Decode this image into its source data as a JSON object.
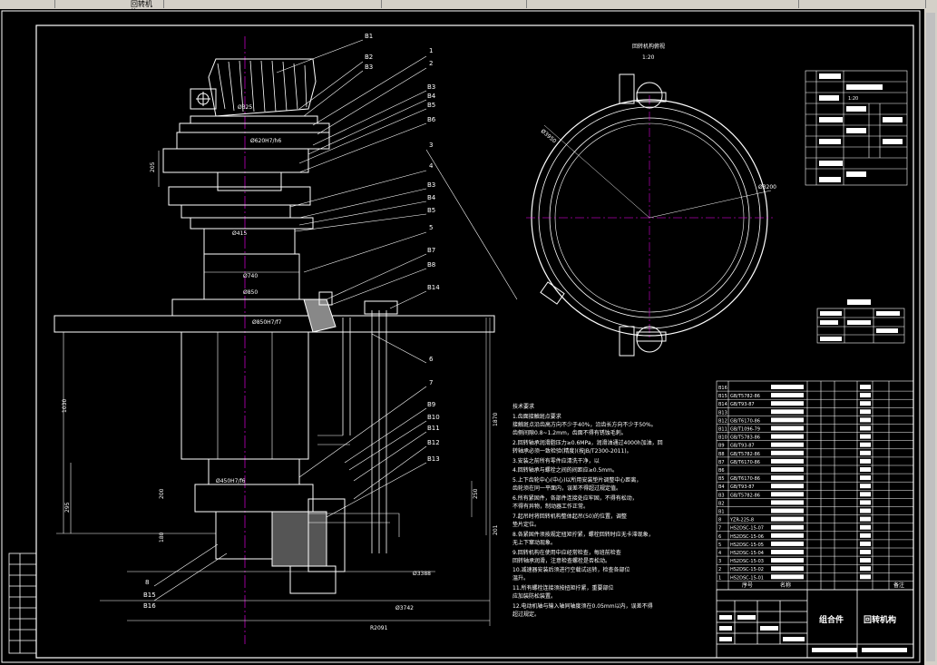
{
  "window": {
    "tab_title": "回转机构.dwg"
  },
  "drawing": {
    "callouts_right": [
      "B1",
      "B2",
      "B3",
      "1",
      "2",
      "B3",
      "B4",
      "B5",
      "B6",
      "3",
      "4",
      "B3",
      "B4",
      "B5",
      "5",
      "B7",
      "B8",
      "B14",
      "6",
      "7",
      "B9",
      "B10",
      "B11",
      "B12",
      "B13"
    ],
    "callouts_left": [
      "8",
      "B15",
      "B16"
    ],
    "dims": {
      "d415": "Ø415",
      "d740": "Ø740",
      "d850": "Ø850",
      "d3388": "Ø3388",
      "d3742": "Ø3742",
      "r2091": "R2091",
      "h1030": "1030",
      "h205": "205",
      "h200": "200",
      "h295": "295",
      "h180": "180",
      "h1870": "1870",
      "h250": "250",
      "h201": "201",
      "fit1": "Ø620H7/h6",
      "fit2": "Ø450H7/f6",
      "fit3": "Ø850H7/f7",
      "d325": "Ø325"
    },
    "plan_view": {
      "title": "回转机构俯视",
      "scale": "1:20",
      "dim_a": "Ø3950",
      "dim_b": "Ø3200"
    },
    "tech_req": {
      "title": "技术要求",
      "lines": [
        "1.齿面接触斑点要求",
        "  接触斑点沿齿高方向不少于40%，沿齿长方向不少于50%。",
        "  齿侧间隙0.8~1.2mm，齿面不得有锈蚀毛刺。",
        "2.回转轴承润滑脂压力≥0.6MPa，润滑油通过4000h加油，回",
        "  转轴承必须一致检验(精度)(按JB/T2300-2011)。",
        "3.安装之前所有零件应清洗干净，以",
        "4.回转轴承与螺栓之间的间距应≥0.5mm。",
        "5.上下齿轮中心(中心)以所用安装垫片调整中心距离，",
        "  齿轮须在同一平面内，误差不得超过规定值。",
        "6.所有紧固件，各部件连接处应牢固，不得有松动，",
        "  不得有异物，制动器工作正常。",
        "7.起吊时将回转机构整体起吊(50)的位置，调整",
        "  垫片定位。",
        "8.各紧固件须按规定扭矩拧紧，螺栓回转时应无卡滞现象，",
        "  无上下窜动现象。",
        "9.回转机构在使用中应经常检查，每班前检查",
        "  回转轴承润滑，注意检查螺栓是否松动。",
        "10.减速器安装后须进行空载试运转，检查各部位",
        "  温升。",
        "11.所有螺栓连接须按扭矩拧紧，重要部位",
        "  应加装防松装置。",
        "12.电动机轴与输入轴同轴度须在0.05mm以内，误差不得",
        "  超过规定。"
      ]
    },
    "bom": {
      "rows": [
        {
          "code": "B16",
          "std": ""
        },
        {
          "code": "B15",
          "std": "GB/T5782-86"
        },
        {
          "code": "B14",
          "std": "GB/T93-87"
        },
        {
          "code": "B13",
          "std": ""
        },
        {
          "code": "B12",
          "std": "GB/T6170-86"
        },
        {
          "code": "B11",
          "std": "GB/T1096-79"
        },
        {
          "code": "B10",
          "std": "GB/T5783-86"
        },
        {
          "code": "B9",
          "std": "GB/T93-87"
        },
        {
          "code": "B8",
          "std": "GB/T5782-86"
        },
        {
          "code": "B7",
          "std": "GB/T6170-86"
        },
        {
          "code": "B6",
          "std": ""
        },
        {
          "code": "B5",
          "std": "GB/T6170-86"
        },
        {
          "code": "B4",
          "std": "GB/T93-87"
        },
        {
          "code": "B3",
          "std": "GB/T5782-86"
        },
        {
          "code": "B2",
          "std": ""
        },
        {
          "code": "B1",
          "std": ""
        },
        {
          "code": "8",
          "std": "YZR-225-8"
        },
        {
          "code": "7",
          "std": "HS2DSC-15-07"
        },
        {
          "code": "6",
          "std": "HS2DSC-15-06"
        },
        {
          "code": "5",
          "std": "HS2DSC-15-05"
        },
        {
          "code": "4",
          "std": "HS2DSC-15-04"
        },
        {
          "code": "3",
          "std": "HS2DSC-15-03"
        },
        {
          "code": "2",
          "std": "HS2DSC-15-02"
        },
        {
          "code": "1",
          "std": "HS2DSC-15-01"
        }
      ],
      "header": {
        "seq": "序号",
        "name": "名称",
        "note": "备注"
      }
    },
    "title_block": {
      "assembly": "组合件",
      "name": "回转机构"
    },
    "rev_table": {
      "scale_text": "1:20"
    }
  }
}
